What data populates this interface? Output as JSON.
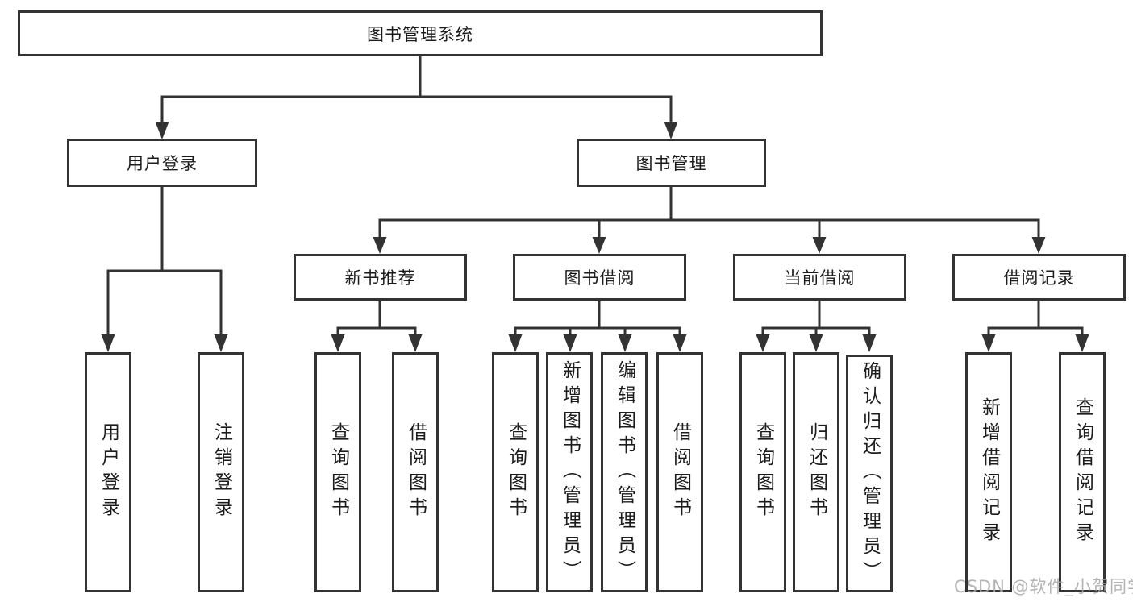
{
  "diagram": {
    "tree": {
      "label": "图书管理系统",
      "children": [
        {
          "label": "用户登录",
          "children": [
            {
              "label": "用户登录"
            },
            {
              "label": "注销登录"
            }
          ]
        },
        {
          "label": "图书管理",
          "children": [
            {
              "label": "新书推荐",
              "children": [
                {
                  "label": "查询图书"
                },
                {
                  "label": "借阅图书"
                }
              ]
            },
            {
              "label": "图书借阅",
              "children": [
                {
                  "label": "查询图书"
                },
                {
                  "label": "新增图书（管理员）"
                },
                {
                  "label": "编辑图书（管理员）"
                },
                {
                  "label": "借阅图书"
                }
              ]
            },
            {
              "label": "当前借阅",
              "children": [
                {
                  "label": "查询图书"
                },
                {
                  "label": "归还图书"
                },
                {
                  "label": "确认归还（管理员）"
                }
              ]
            },
            {
              "label": "借阅记录",
              "children": [
                {
                  "label": "新增借阅记录"
                },
                {
                  "label": "查询借阅记录"
                }
              ]
            }
          ]
        }
      ]
    },
    "colors": {
      "line": "#333333",
      "box_border": "#333333",
      "text": "#1c1c1c",
      "background": "#ffffff",
      "watermark": "#a8a8a8"
    }
  },
  "watermark": {
    "text": "CSDN @软件_小贺同学"
  }
}
